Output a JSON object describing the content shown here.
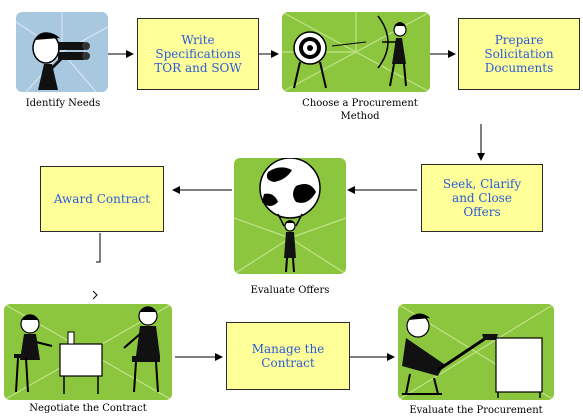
{
  "steps": {
    "identify": "Identify Needs",
    "write_specs": "Write\nSpecifications\nTOR and SOW",
    "choose_method": "Choose a Procurement\nMethod",
    "prepare_docs": "Prepare\nSolicitation\nDocuments",
    "seek_offers": "Seek, Clarify\nand Close\nOffers",
    "evaluate_offers": "Evaluate Offers",
    "award": "Award Contract",
    "negotiate": "Negotiate the Contract",
    "manage": "Manage the\nContract",
    "evaluate_procurement": "Evaluate the Procurement"
  },
  "colors": {
    "box_fill": "#ffff99",
    "box_text": "#2a5bd7",
    "picture_green": "#8cc63f"
  },
  "icons": {
    "identify": "binoculars-icon",
    "choose": "archery-target-icon",
    "evaluate_offers": "globe-carrier-icon",
    "negotiate": "negotiation-desk-icon",
    "evaluate_procurement": "relaxing-person-icon"
  }
}
